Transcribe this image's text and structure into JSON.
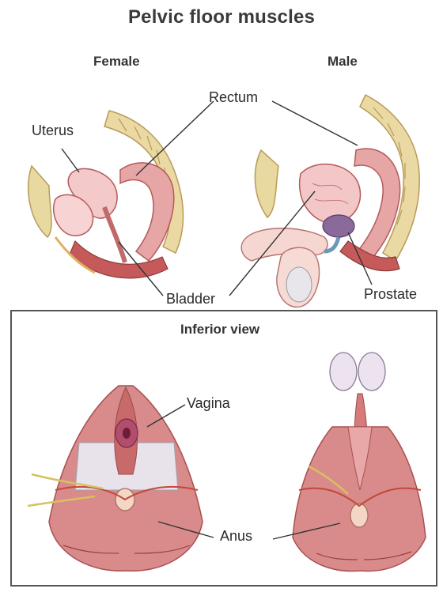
{
  "title": "Pelvic floor muscles",
  "sagittal": {
    "female_heading": "Female",
    "male_heading": "Male",
    "labels": {
      "rectum": "Rectum",
      "uterus": "Uterus",
      "bladder": "Bladder",
      "prostate": "Prostate"
    }
  },
  "inferior": {
    "heading": "Inferior view",
    "labels": {
      "vagina": "Vagina",
      "anus": "Anus"
    }
  },
  "colors": {
    "muscle": "#d88a8a",
    "muscle_dark": "#b55a5a",
    "bone": "#e8d9a0",
    "organ": "#f2c4c4",
    "prostate": "#8a6a9a",
    "leader": "#333333"
  }
}
